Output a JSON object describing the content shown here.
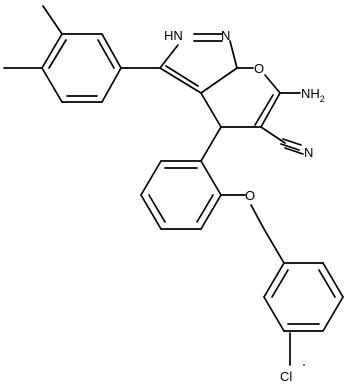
{
  "molecule": {
    "atom_labels": {
      "nh": "HN",
      "n": "N",
      "o_ring": "O",
      "nh2": "NH",
      "nh2_sub": "2",
      "n_nitrile": "N",
      "o_ether": "O",
      "cl": "Cl"
    },
    "colors": {
      "bond": "#000000",
      "text": "#000000",
      "background": "#ffffff"
    }
  }
}
